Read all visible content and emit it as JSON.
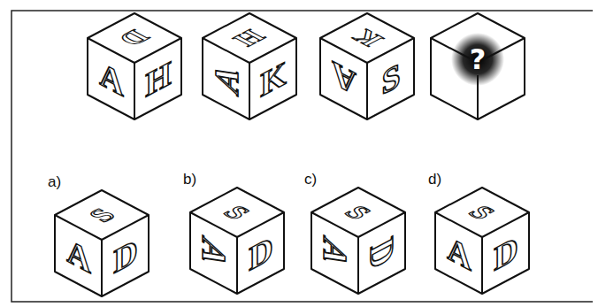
{
  "diagram": {
    "nodes": [
      {
        "text": [
          "D",
          "A",
          "H"
        ]
      },
      {
        "text": [
          "H",
          "A",
          "K"
        ]
      },
      {
        "text": [
          "K",
          "A",
          "S"
        ]
      },
      {
        "text": [
          "?"
        ]
      },
      {
        "text": [
          "a)",
          "S",
          "A",
          "D"
        ]
      },
      {
        "text": [
          "b)",
          "S",
          "A",
          "D"
        ]
      },
      {
        "text": [
          "c)",
          "S",
          "A",
          "D"
        ]
      },
      {
        "text": [
          "d)",
          "S",
          "A",
          "D"
        ]
      }
    ]
  }
}
